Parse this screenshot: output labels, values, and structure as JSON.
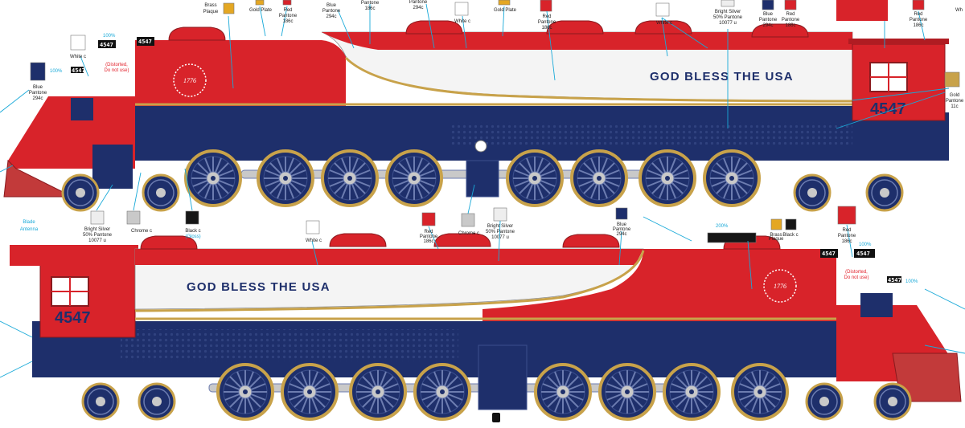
{
  "colors": {
    "red": "#d8232a",
    "navy": "#1e2f6b",
    "white": "#f4f4f4",
    "gold": "#c8a24a",
    "gold_plate": "#e4a723",
    "silver": "#c9c9c9",
    "black": "#161616",
    "leader": "#18a9d8",
    "callout_red": "#e2232d"
  },
  "locomotive": {
    "slogan": "GOD BLESS THE USA",
    "number": "4547",
    "plate_number": "4547",
    "herald": "1776"
  },
  "top_callouts": {
    "brass_plaque": [
      "Brass",
      "Plaque"
    ],
    "gold_plate_1": "Gold Plate",
    "red_pantone_1": [
      "Red",
      "Pantone",
      "186c"
    ],
    "blue_pantone_1": [
      "Blue",
      "Pantone",
      "294c"
    ],
    "pantone_186c": [
      "Pantone",
      "186c"
    ],
    "pantone_294c": [
      "Pantone",
      "294c"
    ],
    "white_c_1": "White c",
    "gold_plate_2": "Gold Plate",
    "red_pantone_2": [
      "Red",
      "Pantone",
      "186c"
    ],
    "white_c_2": "White c",
    "bright_silver": [
      "Bright Silver",
      "50% Pantone",
      "10077 u"
    ],
    "blue_pantone_2": [
      "Blue",
      "Pantone",
      "294c"
    ],
    "red_pantone_3": [
      "Red",
      "Pantone",
      "186c"
    ],
    "red_pantone_4": [
      "Red",
      "Pantone",
      "186c"
    ],
    "wh": "Wh",
    "pct_100_a": "100%",
    "pct_100_b": "100%",
    "white_c_small": "White c",
    "distorted": [
      "(Distorted,",
      "Do not use)"
    ],
    "blue_pantone_left": [
      "Blue",
      "Pantone",
      "294c"
    ],
    "gold_pantone_right": [
      "Gold",
      "Pantone",
      "11c"
    ]
  },
  "middle_callouts": {
    "bright_silver": [
      "Bright Silver",
      "50% Pantone",
      "10077 u"
    ],
    "chrome_c_1": "Chrome c",
    "black_c": [
      "Black c",
      "(Gloss)"
    ],
    "blade_antenna": [
      "Blade",
      "Antenna"
    ],
    "white_c": "White c",
    "red_pantone": [
      "Red",
      "Pantone",
      "186c"
    ],
    "chrome_c_2": "Chrome c",
    "bright_silver_2": [
      "Bright Silver",
      "50% Pantone",
      "10077 u"
    ],
    "blue_pantone": [
      "Blue",
      "Pantone",
      "294c"
    ],
    "pct_200": "200%",
    "brass_plaque": [
      "Brass",
      "Plaque"
    ],
    "black_c_small": "Black c",
    "red_pantone_right": [
      "Red",
      "Pantone",
      "186c"
    ],
    "pct_100_a": "100%",
    "pct_100_b": "100%",
    "distorted": [
      "(Distorted,",
      "Do not use)"
    ]
  },
  "icons": {
    "star": "star-icon",
    "headlight": "headlight-icon"
  }
}
